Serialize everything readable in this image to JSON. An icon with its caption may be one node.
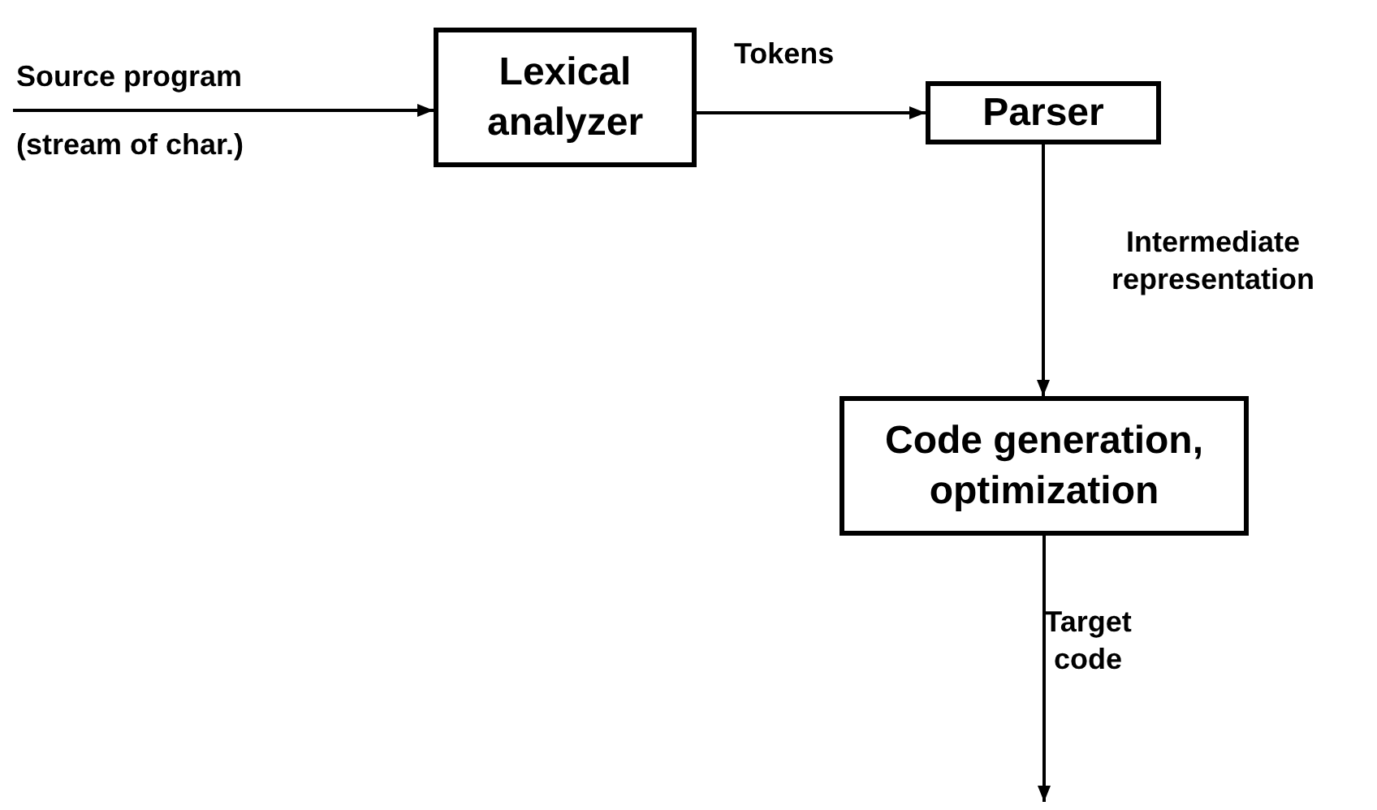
{
  "diagram": {
    "nodes": [
      {
        "text": [
          "Lexical analyzer"
        ]
      },
      {
        "text": [
          "Parser"
        ]
      },
      {
        "text": [
          "Code generation, optimization"
        ]
      }
    ],
    "edges": [
      {
        "from": null,
        "to": 0,
        "arrow": "to",
        "label": "Source program"
      },
      {
        "from": 0,
        "to": 1,
        "arrow": "to",
        "label": "Tokens"
      },
      {
        "from": 1,
        "to": 2,
        "arrow": "to",
        "label": "Intermediate representation"
      },
      {
        "from": 2,
        "to": null,
        "arrow": "to",
        "label": "Target code"
      }
    ],
    "labels": [
      "(stream of char.)"
    ]
  }
}
